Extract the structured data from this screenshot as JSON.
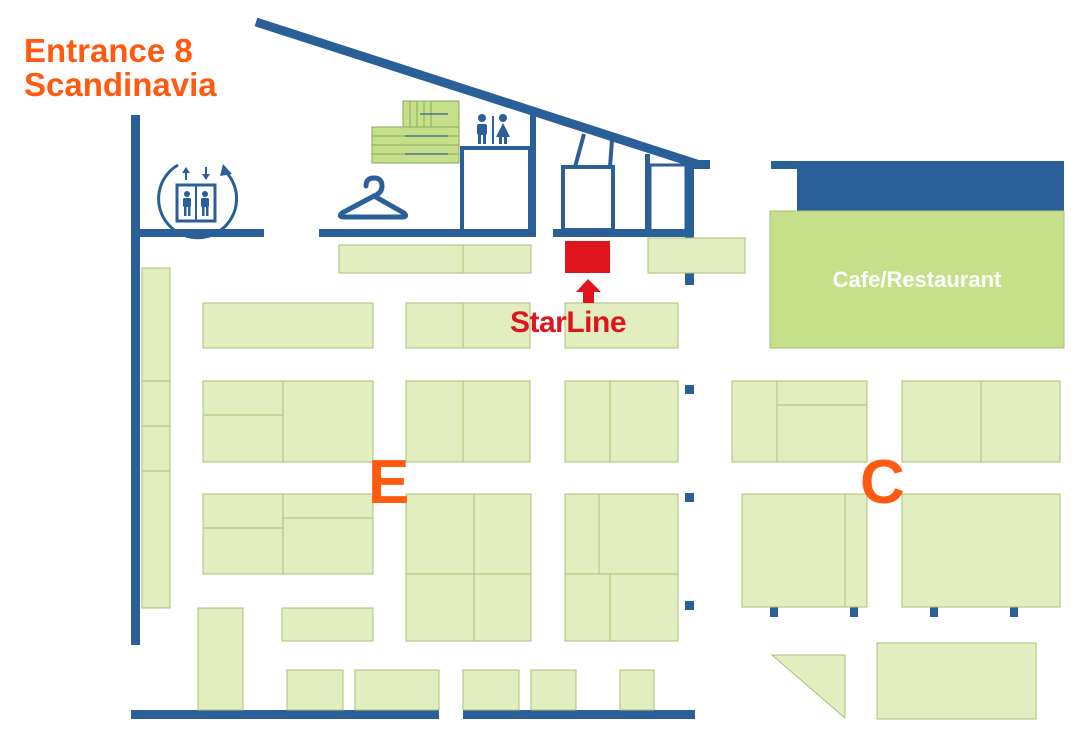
{
  "entrance": {
    "line1": "Entrance 8",
    "line2": "Scandinavia"
  },
  "halls": {
    "hall_e": "E",
    "hall_c": "C"
  },
  "venue": {
    "cafe_label": "Cafe/Restaurant"
  },
  "exhibitor": {
    "brand_label": "StarLine"
  },
  "icons": [
    "elevator-icon",
    "clothes-hanger-icon",
    "restroom-icon",
    "stairs-icon",
    "arrow-up-icon"
  ],
  "colors": {
    "accent": "#ff5a0f",
    "wall": "#2b5f97",
    "booth": "#e2eebf",
    "cafe": "#c6e08a",
    "brand": "#e0141c"
  }
}
